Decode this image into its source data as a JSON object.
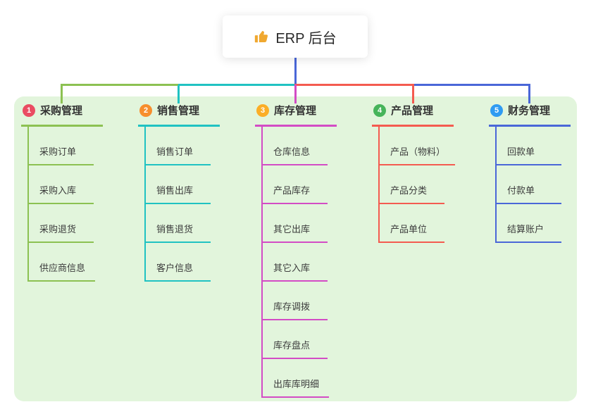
{
  "root": {
    "title": "ERP 后台",
    "icon": "thumbs-up-icon",
    "connector_color": "#4a67d8"
  },
  "branches": [
    {
      "badge": "1",
      "label": "采购管理",
      "color": "#8cc152",
      "badge_color": "#ea4c62",
      "children": [
        "采购订单",
        "采购入库",
        "采购退货",
        "供应商信息"
      ]
    },
    {
      "badge": "2",
      "label": "销售管理",
      "color": "#20c2c2",
      "badge_color": "#f78e2d",
      "children": [
        "销售订单",
        "销售出库",
        "销售退货",
        "客户信息"
      ]
    },
    {
      "badge": "3",
      "label": "库存管理",
      "color": "#d34cc5",
      "badge_color": "#fbae27",
      "children": [
        "仓库信息",
        "产品库存",
        "其它出库",
        "其它入库",
        "库存调拨",
        "库存盘点",
        "出库库明细"
      ]
    },
    {
      "badge": "4",
      "label": "产品管理",
      "color": "#f45b50",
      "badge_color": "#46b45a",
      "children": [
        "产品（物料）",
        "产品分类",
        "产品单位"
      ]
    },
    {
      "badge": "5",
      "label": "财务管理",
      "color": "#4a67d8",
      "badge_color": "#2f9bf2",
      "children": [
        "回款单",
        "付款单",
        "结算账户"
      ]
    }
  ],
  "colors": {
    "canvas_bg": "#e2f5dc",
    "icon_gold": "#f0a830"
  }
}
